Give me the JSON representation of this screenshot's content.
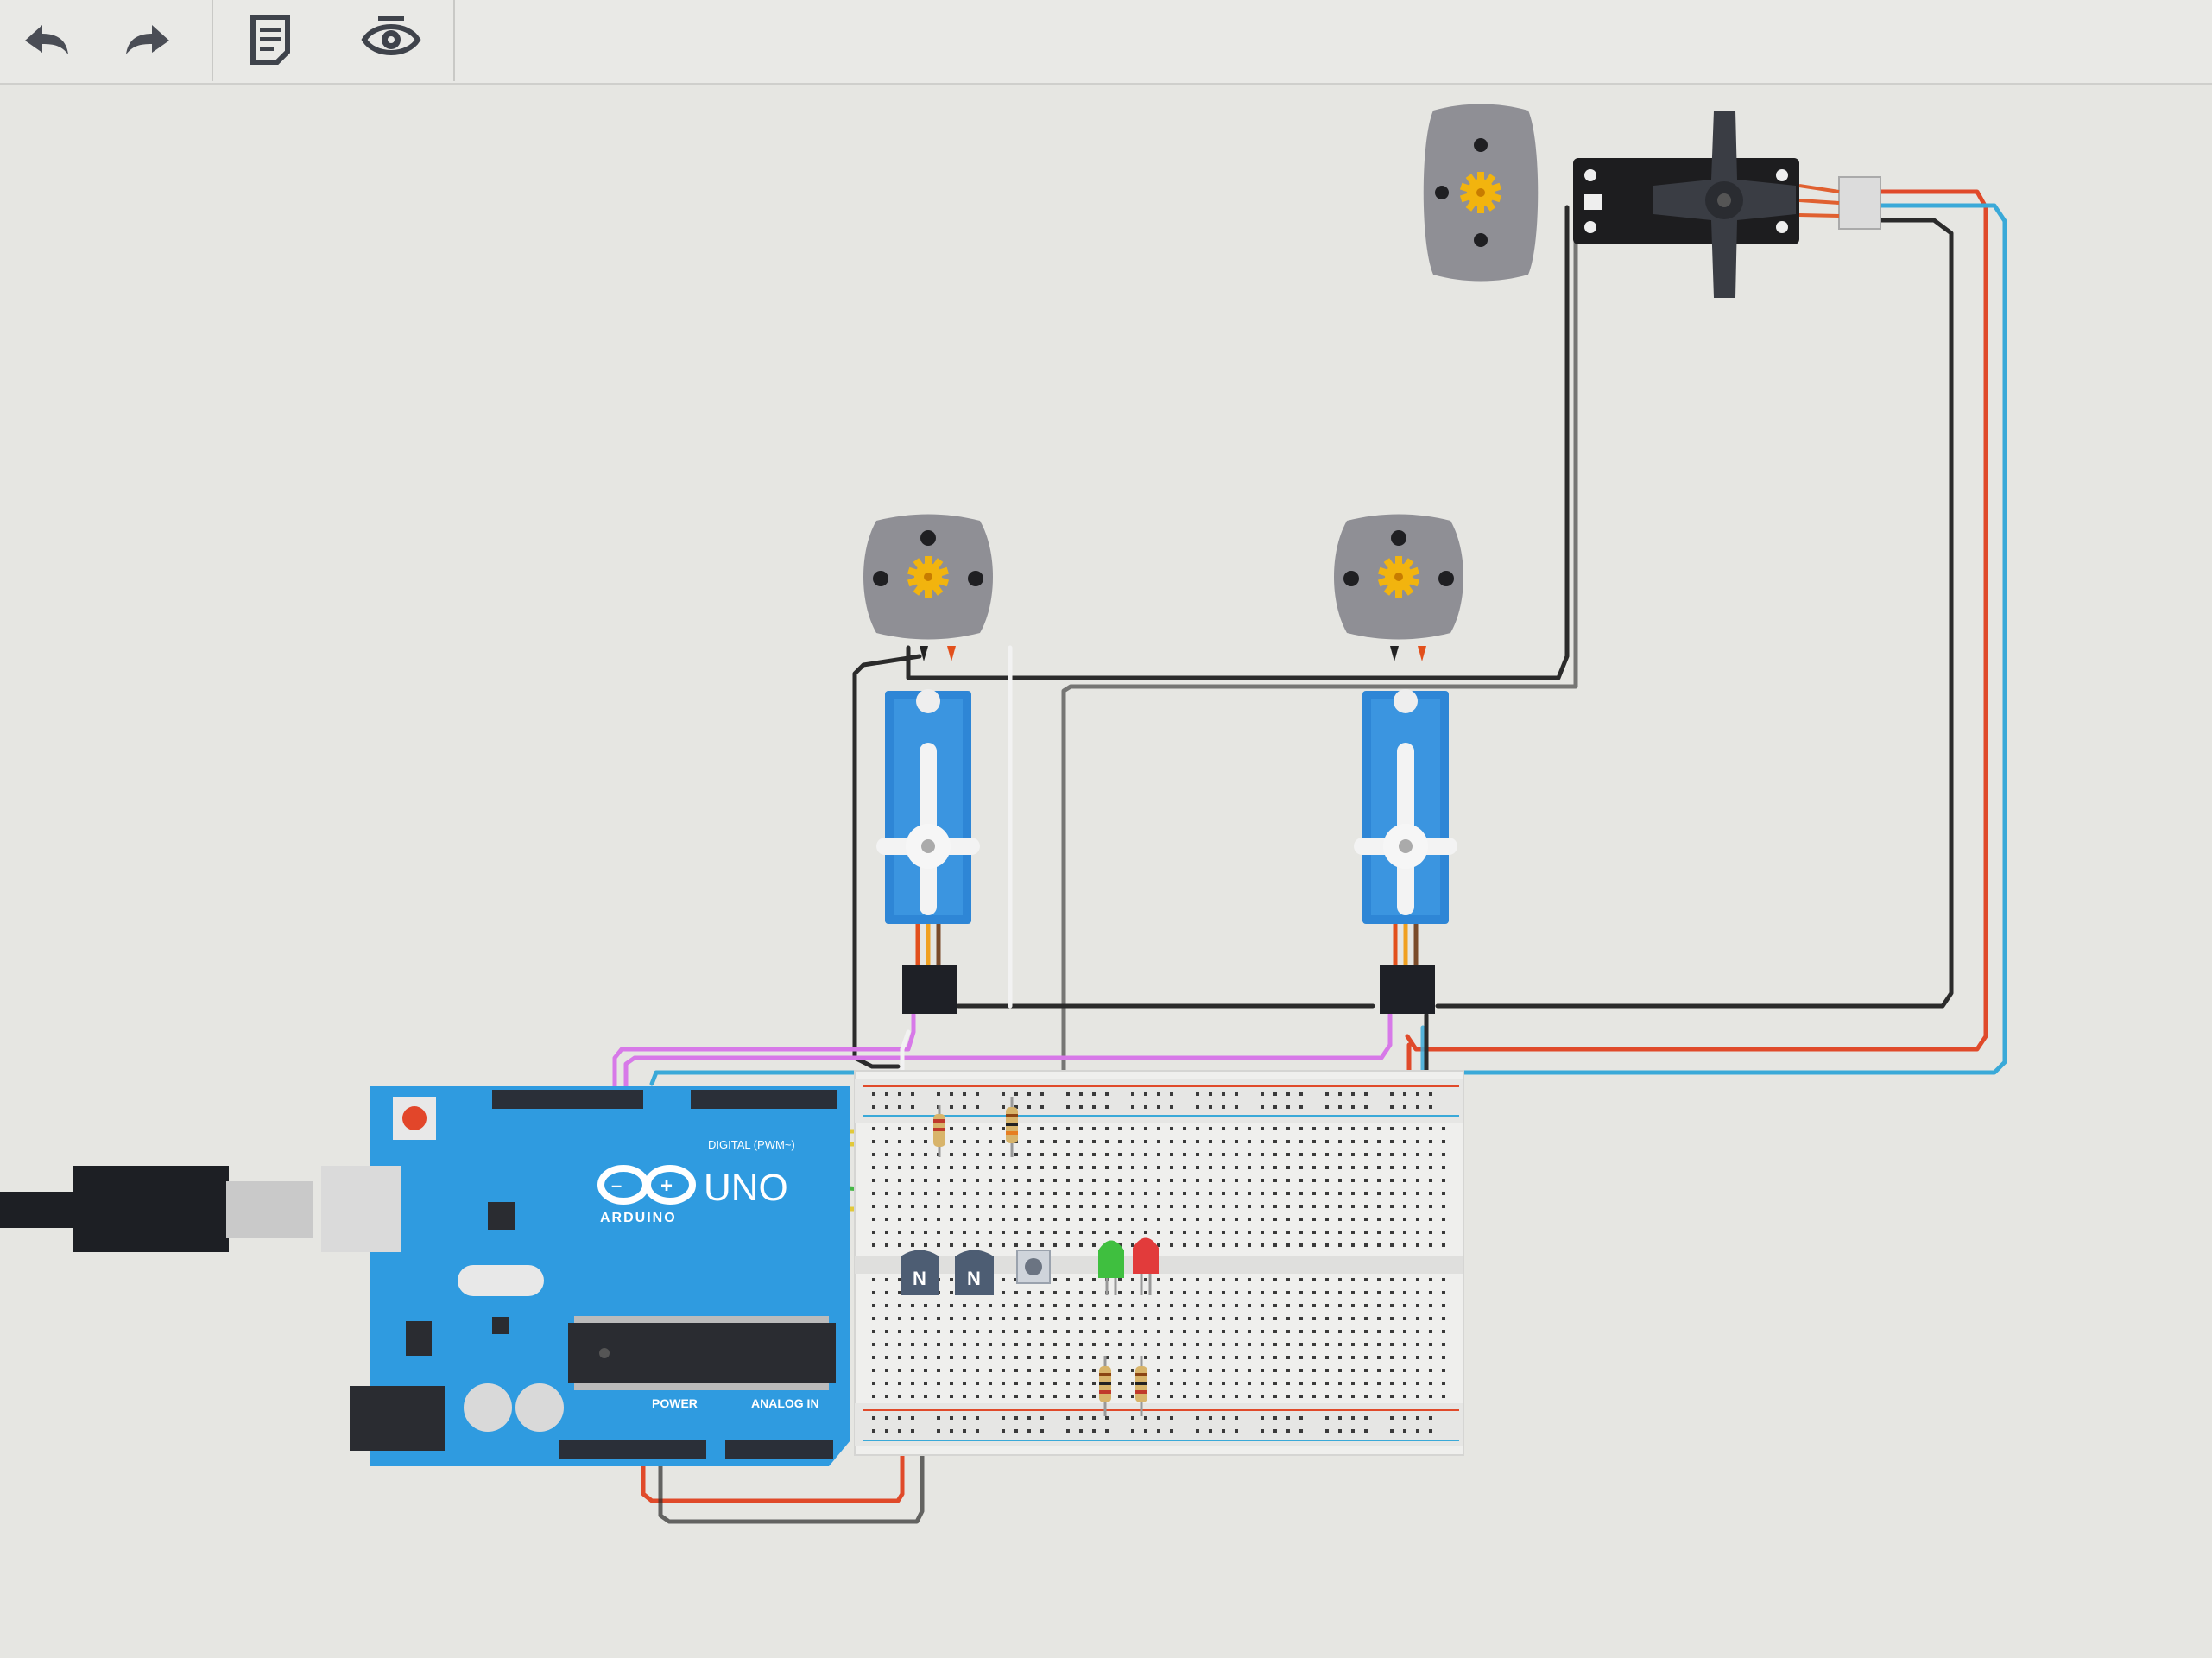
{
  "toolbar": {
    "undo_icon": "undo-icon",
    "redo_icon": "redo-icon",
    "notes_icon": "notes-icon",
    "visibility_icon": "eye-icon"
  },
  "board": {
    "name": "UNO",
    "brand": "ARDUINO",
    "digital_label": "DIGITAL (PWM~)",
    "power_label": "POWER",
    "analog_label": "ANALOG IN"
  },
  "transistors": [
    {
      "label": "N"
    },
    {
      "label": "N"
    }
  ],
  "leds": [
    {
      "color": "#3fbf3f"
    },
    {
      "color": "#e23b3b"
    }
  ],
  "wire_colors": {
    "black": "#2b2b2b",
    "red": "#e04a2a",
    "blue": "#3aa9d8",
    "pink": "#d779e8",
    "yellow": "#e2c93a",
    "green": "#47b848",
    "white": "#f2f2f2"
  },
  "colors": {
    "arduino_blue": "#2f9be0",
    "servo_blue": "#2e86d6",
    "motor_gray": "#8f8f95",
    "gear_yellow": "#f2b40e",
    "breadboard": "#efefed"
  }
}
